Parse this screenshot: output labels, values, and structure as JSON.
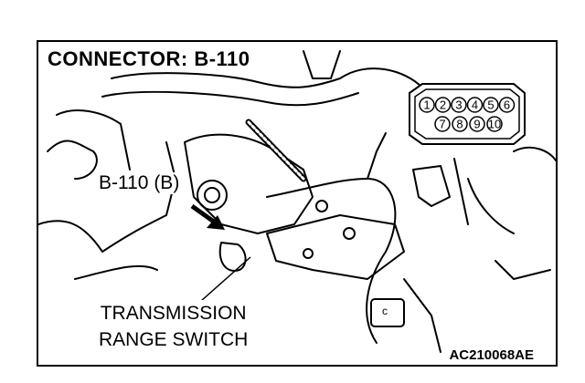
{
  "title": "CONNECTOR: B-110",
  "callout_connector": "B-110 (B)",
  "component_label_line1": "TRANSMISSION",
  "component_label_line2": "RANGE SWITCH",
  "figure_code": "AC210068AE",
  "connector_pins_top": [
    "1",
    "2",
    "3",
    "4",
    "5",
    "6"
  ],
  "connector_pins_bottom": [
    "7",
    "8",
    "9",
    "10"
  ],
  "wire_tag": "c"
}
